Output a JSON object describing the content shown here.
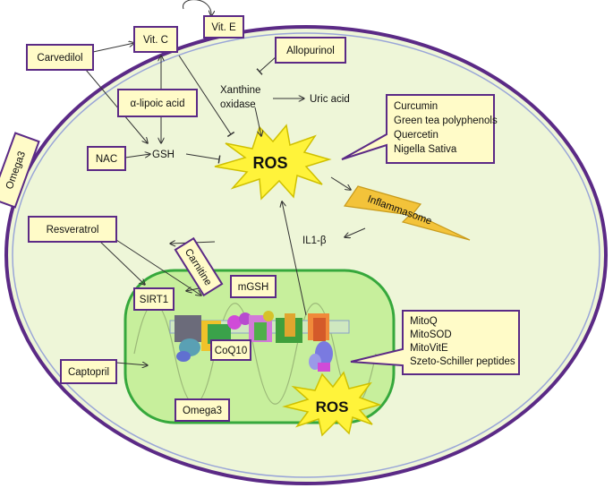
{
  "colors": {
    "cell_fill": "#eef6d8",
    "cell_border": "#5b2a86",
    "mito_fill": "#c7ef9c",
    "mito_border": "#36a83c",
    "box_fill": "#fffbc8",
    "box_border": "#5b2a86",
    "ros_fill": "#fff33a",
    "ros_stroke": "#cfc000"
  },
  "labels": {
    "vit_c": "Vit. C",
    "vit_e": "Vit. E",
    "carvedilol": "Carvedilol",
    "allopurinol": "Allopurinol",
    "lipoic": "α-lipoic acid",
    "xanthine_1": "Xanthine",
    "xanthine_2": "oxidase",
    "uric": "Uric acid",
    "omega3_cell": "Omega3",
    "nac": "NAC",
    "gsh": "GSH",
    "ros_main": "ROS",
    "polyphenols": [
      "Curcumin",
      "Green tea polyphenols",
      "Quercetin",
      "Nigella Sativa"
    ],
    "inflammasome": "Inflammasome",
    "il1b": "IL1-β",
    "resveratrol": "Resveratrol",
    "carnitine": "Carnitine",
    "mgsh": "mGSH",
    "sirt1": "SIRT1",
    "coq10": "CoQ10",
    "mito_targets": [
      "MitoQ",
      "MitoSOD",
      "MitoVitE",
      "Szeto-Schiller peptides"
    ],
    "captopril": "Captopril",
    "ros_mito": "ROS",
    "omega3_mito": "Omega3"
  }
}
